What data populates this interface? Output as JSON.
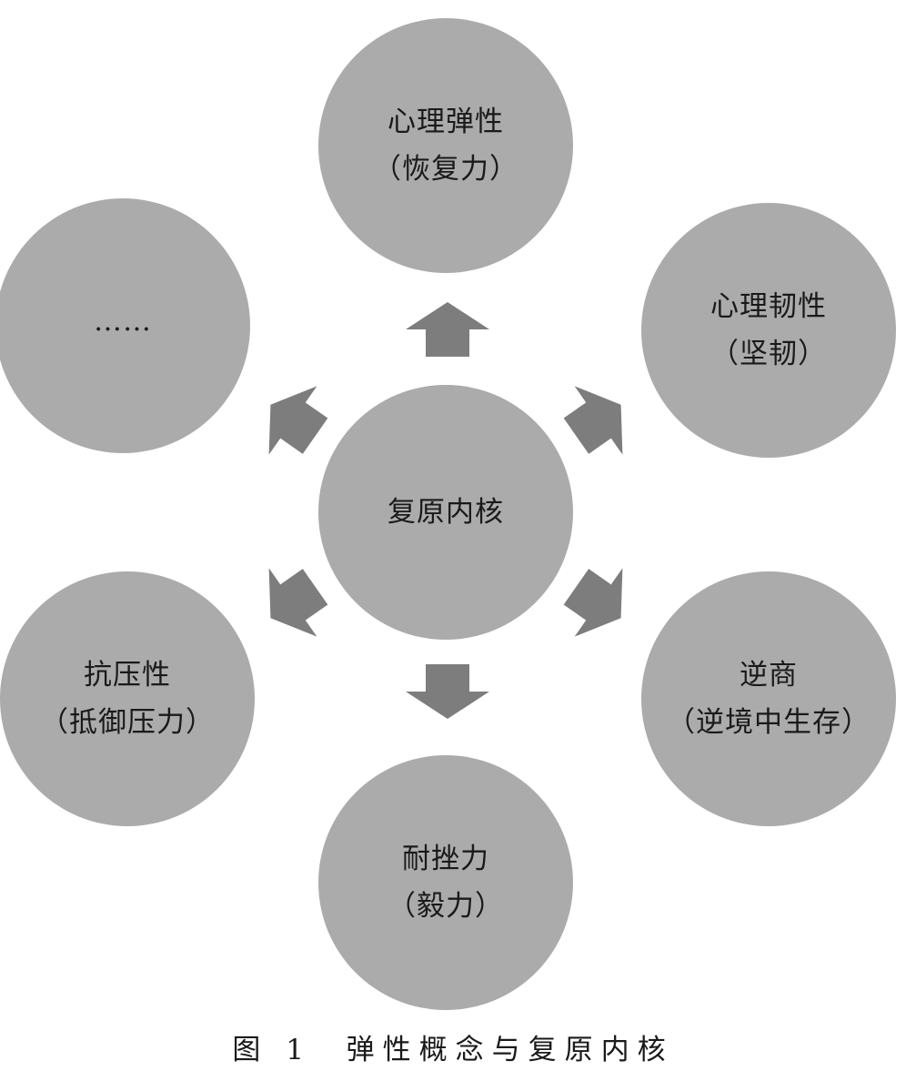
{
  "diagram": {
    "center": {
      "line1": "复原内核"
    },
    "nodes": {
      "top": {
        "line1": "心理弹性",
        "line2": "（恢复力）"
      },
      "topright": {
        "line1": "心理韧性",
        "line2": "（坚韧）"
      },
      "topleft": {
        "line1": "……"
      },
      "botleft": {
        "line1": "抗压性",
        "line2": "（抵御压力）"
      },
      "botright": {
        "line1": "逆商",
        "line2": "（逆境中生存）"
      },
      "bottom": {
        "line1": "耐挫力",
        "line2": "（毅力）"
      }
    },
    "colors": {
      "circle_fill": "#ababab",
      "arrow_fill": "#7d7d7d",
      "text": "#1a1a1a"
    }
  },
  "caption": {
    "figure_number": "图 1",
    "title": "弹性概念与复原内核"
  }
}
